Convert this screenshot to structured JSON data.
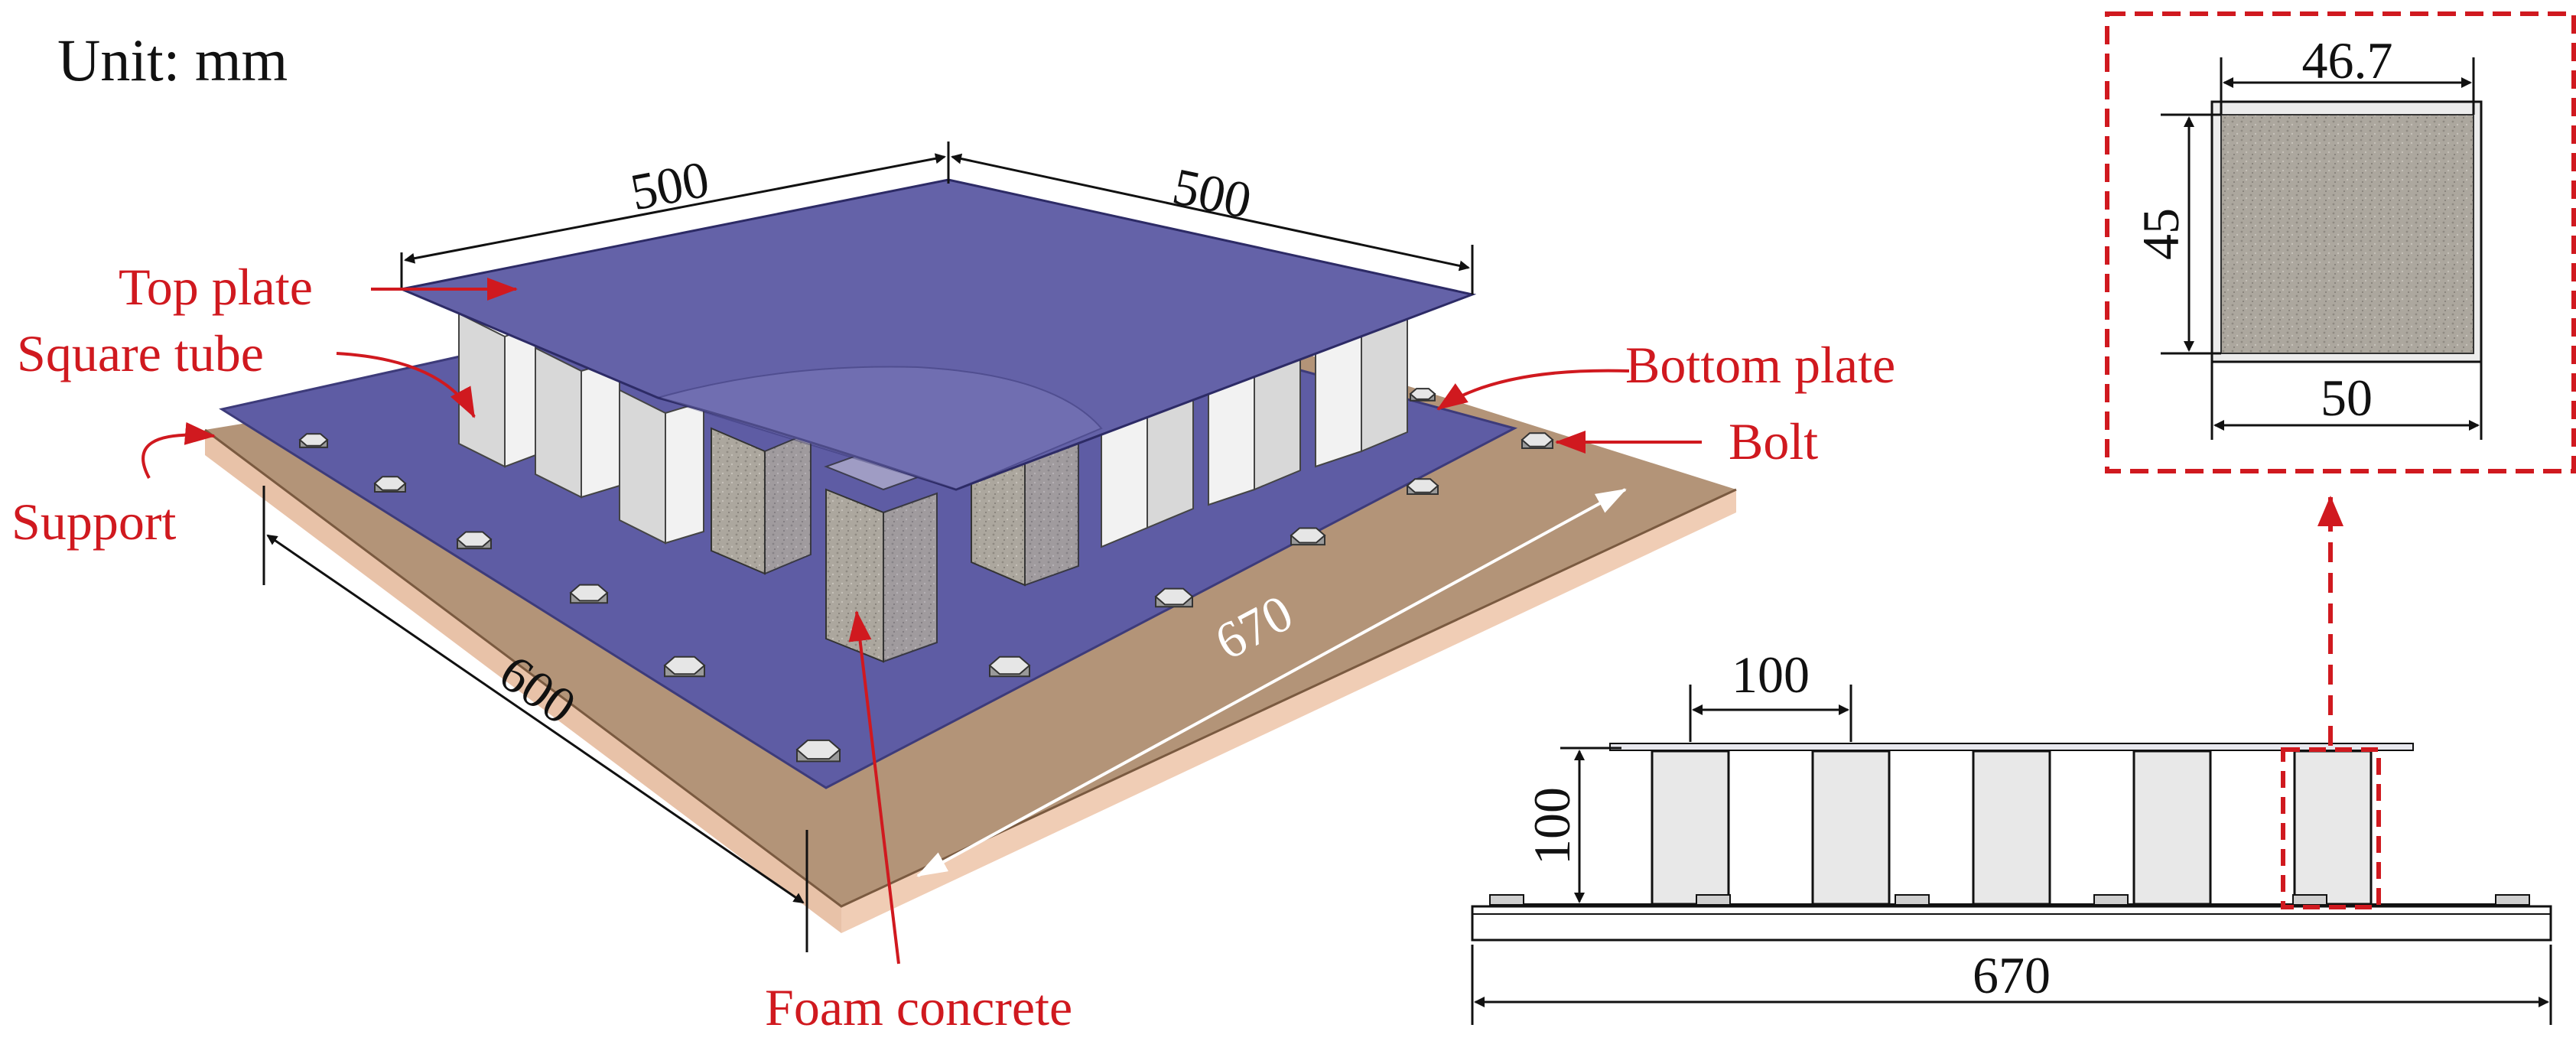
{
  "unit_label": "Unit: mm",
  "callouts": {
    "top_plate": "Top plate",
    "square_tube": "Square tube",
    "support": "Support",
    "bottom_plate": "Bottom plate",
    "bolt": "Bolt",
    "foam_concrete": "Foam concrete"
  },
  "dimensions": {
    "top_width": "500",
    "top_depth": "500",
    "support_length": "600",
    "support_width": "670",
    "side_spacing": "100",
    "side_height": "100",
    "side_total": "670",
    "detail_inner_width": "46.7",
    "detail_inner_height": "45",
    "detail_outer_width": "50"
  },
  "colors": {
    "callout_red": "#d0191f",
    "plate_blue": "#6462a8",
    "support_tan": "#b39478",
    "tube_grey": "#e4e4e4",
    "foam_grey": "#a8a49c"
  }
}
